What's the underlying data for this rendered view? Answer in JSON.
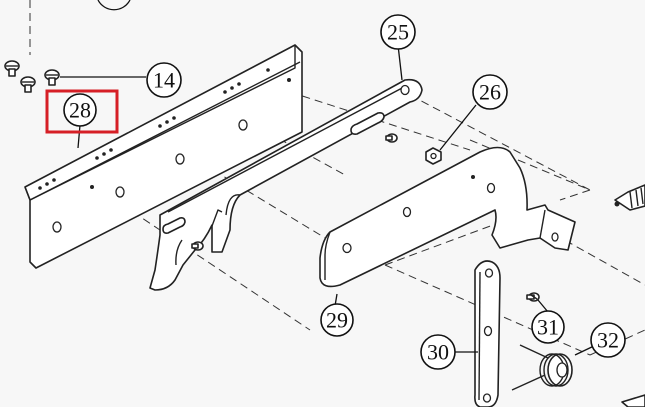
{
  "callouts": {
    "c14": "14",
    "c25": "25",
    "c26": "26",
    "c28": "28",
    "c29": "29",
    "c30": "30",
    "c31": "31",
    "c32": "32"
  },
  "highlight": {
    "part": "28",
    "color": "#d61f26"
  },
  "colors": {
    "background": "#f7f7f7",
    "line": "#222222"
  }
}
